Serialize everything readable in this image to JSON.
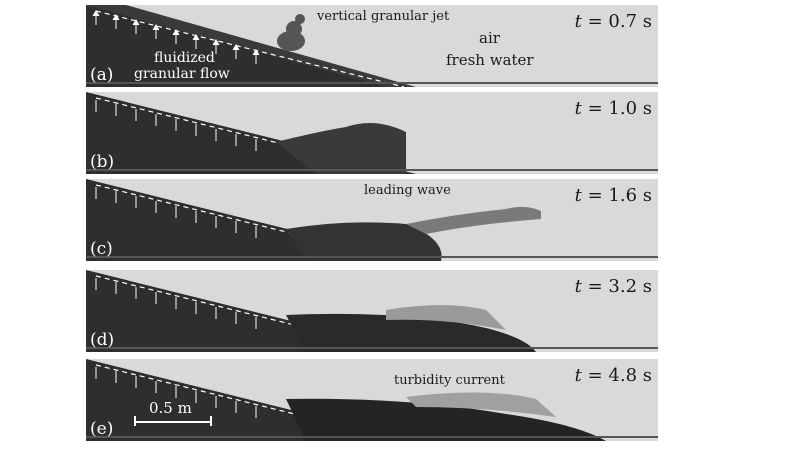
{
  "figure": {
    "panels": [
      {
        "letter": "(a)",
        "time_var": "t = ",
        "time_value": "0.7",
        "time_unit": " s"
      },
      {
        "letter": "(b)",
        "time_var": "t = ",
        "time_value": "1.0",
        "time_unit": " s"
      },
      {
        "letter": "(c)",
        "time_var": "t = ",
        "time_value": "1.6",
        "time_unit": " s"
      },
      {
        "letter": "(d)",
        "time_var": "t = ",
        "time_value": "3.2",
        "time_unit": " s"
      },
      {
        "letter": "(e)",
        "time_var": "t = ",
        "time_value": "4.8",
        "time_unit": " s"
      }
    ],
    "annotations": {
      "jet": "vertical granular jet",
      "air": "air",
      "water": "fresh water",
      "flow_line1": "fluidized",
      "flow_line2": "granular flow",
      "leading_wave": "leading wave",
      "turbidity": "turbidity current"
    },
    "scale_bar": "0.5 m",
    "colors": {
      "water": "#d9d9d9",
      "slope": "#2e2e2e",
      "sediment": "#1c1c1c"
    }
  }
}
